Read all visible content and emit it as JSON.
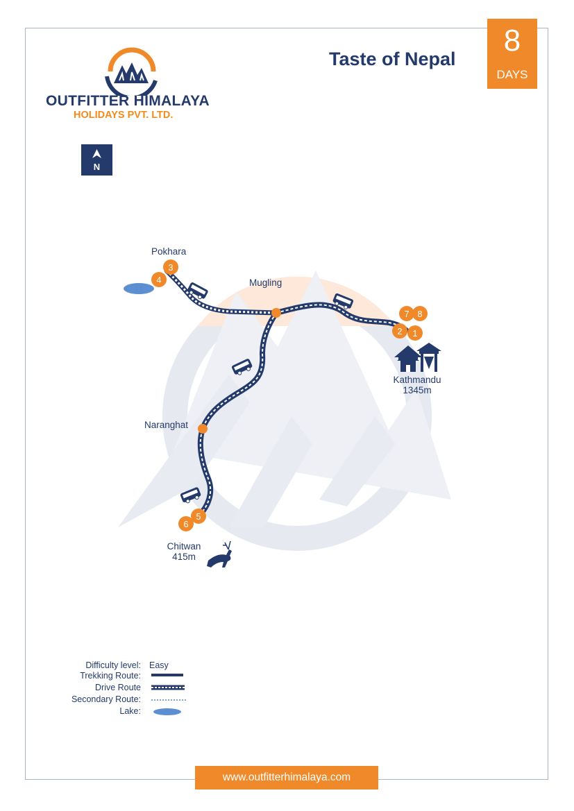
{
  "brand": {
    "name": "OUTFITTER HIMALAYA",
    "subtitle": "HOLIDAYS PVT. LTD.",
    "website": "www.outfitterhimalaya.com"
  },
  "trip": {
    "title": "Taste of Nepal",
    "days_count": "8",
    "days_label": "DAYS"
  },
  "compass": {
    "label": "N"
  },
  "places": {
    "pokhara": "Pokhara",
    "mugling": "Mugling",
    "kathmandu": "Kathmandu",
    "kathmandu_alt": "1345m",
    "naranghat": "Naranghat",
    "chitwan": "Chitwan",
    "chitwan_alt": "415m"
  },
  "day_markers": [
    "1",
    "2",
    "3",
    "4",
    "5",
    "6",
    "7",
    "8"
  ],
  "legend": {
    "difficulty_label": "Difficulty level:",
    "difficulty_value": "Easy",
    "trekking": "Trekking Route:",
    "drive": "Drive Route",
    "secondary": "Secondary Route:",
    "lake": "Lake:"
  },
  "colors": {
    "navy": "#233a6b",
    "orange": "#f0892a",
    "lake_blue": "#5b8fd1"
  }
}
